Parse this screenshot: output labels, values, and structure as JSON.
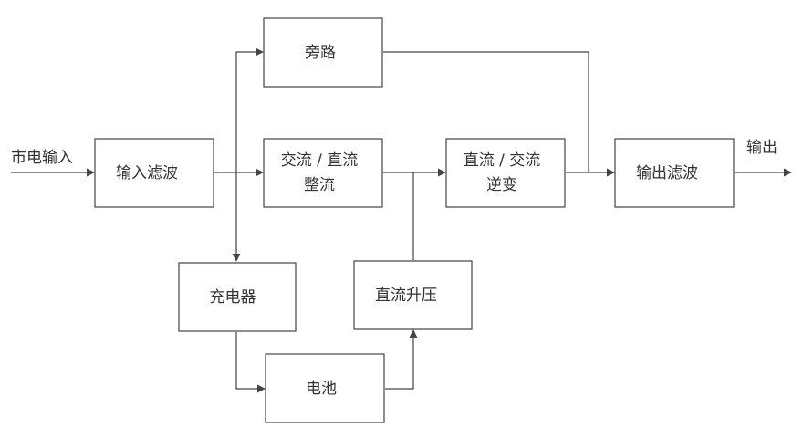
{
  "blocks": {
    "input_filter": "输入滤波",
    "bypass": "旁路",
    "rectifier_line1": "交流 / 直流",
    "rectifier_line2": "整流",
    "inverter_line1": "直流 / 交流",
    "inverter_line2": "逆变",
    "output_filter": "输出滤波",
    "charger": "充电器",
    "dc_boost": "直流升压",
    "battery": "电池"
  },
  "labels": {
    "mains_input": "市电输入",
    "output": "输出"
  },
  "colors": {
    "line": "#444444",
    "text": "#333333",
    "background": "#ffffff"
  }
}
